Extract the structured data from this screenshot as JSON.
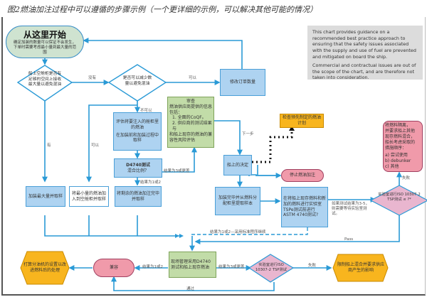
{
  "title": "图2燃油加注过程中可以遵循的步骤示例（一个更详细的示例，可以解决其他可能的情况）",
  "note": {
    "paragraph1": "This chart provides guidance on a recommended best practice approach to ensuring that the safety issues associated with the supply and use of fuel are prevented and mitigated on board the ship.",
    "paragraph2": "Commercial and contractual issues are out of the scope of the chart, and are therefore not taken into consideration."
  },
  "start": {
    "heading": "从这里开始",
    "text": "确定加装的数量可以保证不会发生，下单时需要考虑最小量到最大量的范围"
  },
  "nodes": {
    "d1": "船上空舱柜是否有足够的空间上接收最大量以避免混油",
    "d2": "是否可以减少数量以避免混油",
    "modify_order": "修改订单数量",
    "evaluate_1": "评估将要注入的舱柜里的燃油",
    "evaluate_2": "在加装前和加装过程中取样",
    "review_title": "审查",
    "review_intro": "燃油供应商提供的信息包括：",
    "review_1": "1. 全面的CoQF。",
    "review_2": "2. 供应商的测试结果与",
    "review_3": "和船上现存的燃油的兼容性风险评估",
    "d4740_1": "D4740测试",
    "d4740_2": "混合比例？",
    "check_plan": "检查预先制定的燃油计划",
    "onboard_decision": "船上的决定",
    "stop_bunker": "停止燃油加注",
    "fail_box_lines": [
      "将燃料隔离，",
      "并要求船上其他",
      "现存燃料混合，",
      "船长考虑采取的",
      "措施顺序：",
      "",
      "a) 尝试使用",
      "b) debunker",
      "c) 其他"
    ],
    "load_max": "加装最大量并取样",
    "load_min": "将最小量的燃油加入到空舱柜并取样",
    "load_rest": "将剩余的燃油加注完毕并取样",
    "after_bunker": "加装完毕并从燃料分配柜里提取样本",
    "mix_sample": "在将船上现存燃料和新加的燃料进行实验室TSPe测试前进行ASTM 4740测试?",
    "iso_test_top": "实验室进行ISO 10307-2 TSP测试 ≤ ?*",
    "monitor": "现场管理采用D4740测试和船上现存燃油",
    "fail_hex_left": "打算分油机的设置以改进燃料后的处理",
    "compatible": "兼容",
    "iso_test_bottom": "实验室进行ISO 10307-2 TSP测试",
    "fail_hex_right": "限制船上混合并要求供应商产生的影响"
  },
  "labels": {
    "no": "没有",
    "yes": "可以",
    "has": "有",
    "cannot": "不可以",
    "can": "可以",
    "cannot2": "不可以",
    "result_bad": "结果为3或更差",
    "result_ok": "结果为1或2",
    "next_step": "下一步",
    "fail": "失败",
    "if_result": "如果测试结果为3-5，则需要等待实验室测试。",
    "result_dashed": "结果为1或2—采用标准程序继续",
    "pass": "Pass",
    "result_12": "结果为1或2",
    "result_3": "结果为3或更差",
    "fail2": "失败",
    "passed": "通过"
  },
  "colors": {
    "line": "#2a9ad6",
    "blue_box": "#aed3f1",
    "green_box": "#c2dca8",
    "orange": "#f8b51e",
    "pink": "#f09aaa",
    "diamond_pink": "#e9b6cf"
  }
}
